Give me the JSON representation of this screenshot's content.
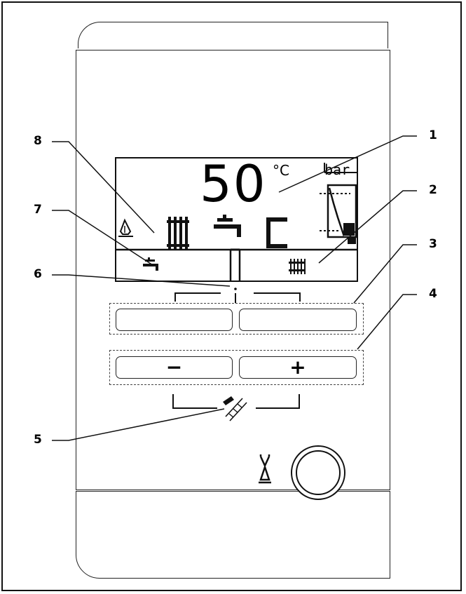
{
  "display": {
    "temperature": "50",
    "temperature_unit": "°C",
    "pressure_unit": "bar"
  },
  "buttons": {
    "minus_label": "−",
    "plus_label": "+"
  },
  "info_mark": "i",
  "callouts": [
    "1",
    "2",
    "3",
    "4",
    "5",
    "6",
    "7",
    "8"
  ],
  "icons": [
    "flame-icon",
    "radiator-icon",
    "tap-icon",
    "service-tool-icon",
    "power-flame-icon"
  ]
}
